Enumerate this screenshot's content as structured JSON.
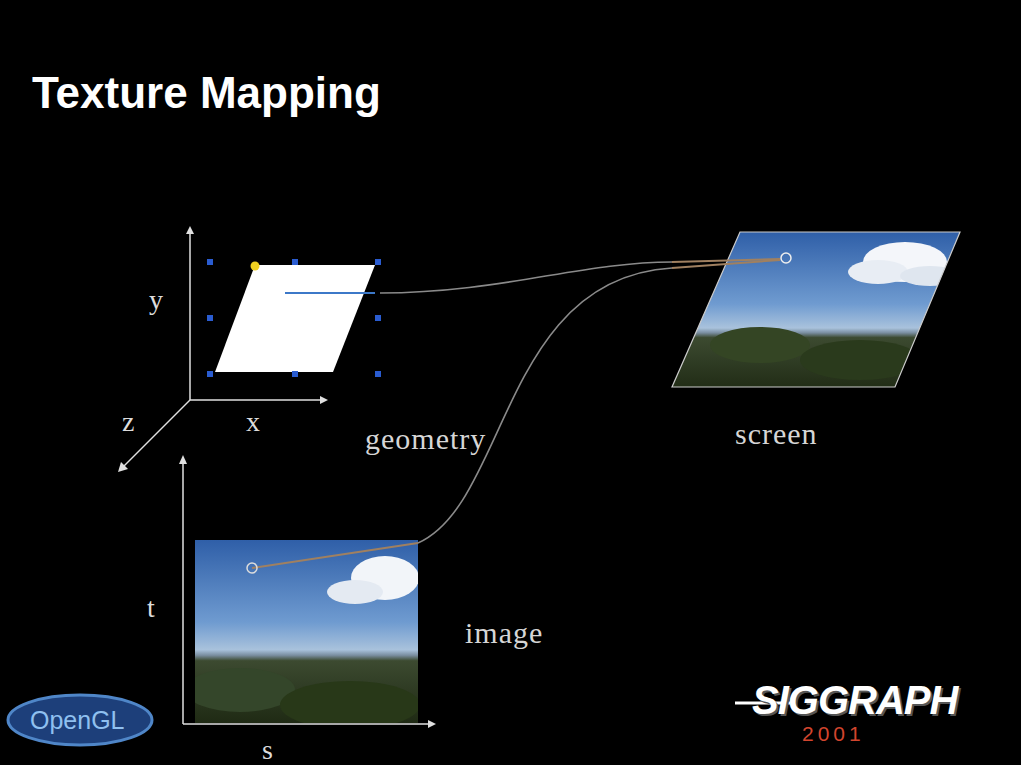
{
  "diagram": {
    "title": "Texture Mapping",
    "nodes": [
      {
        "text": [
          "geometry"
        ]
      },
      {
        "text": [
          "screen"
        ]
      },
      {
        "text": [
          "image"
        ]
      }
    ],
    "edges": [
      {
        "from": 0,
        "to": 1,
        "arrow": "none"
      },
      {
        "from": 2,
        "to": 1,
        "arrow": "none"
      }
    ],
    "labels": [
      "y",
      "x",
      "z",
      "t",
      "s",
      "OpenGL",
      "SIGGRAPH",
      "2001"
    ]
  }
}
